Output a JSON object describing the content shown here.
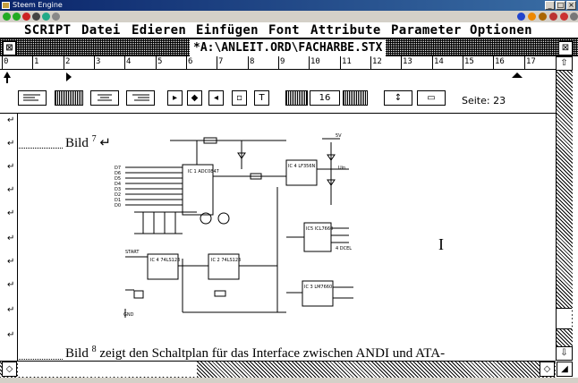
{
  "host": {
    "title": "Steem Engine",
    "btn_min": "_",
    "btn_max": "□",
    "btn_close": "×"
  },
  "menu": [
    "SCRIPT",
    "Datei",
    "Edieren",
    "Einfügen",
    "Font",
    "Attribute",
    "Parameter",
    "Optionen"
  ],
  "document": {
    "title": "*A:\\ANLEIT.ORD\\FACHARBE.STX",
    "close_glyph": "⊠",
    "zoom_glyph": "⊠"
  },
  "ruler": {
    "numbers": [
      "0",
      "1",
      "2",
      "3",
      "4",
      "5",
      "6",
      "7",
      "8",
      "9",
      "10",
      "11",
      "12",
      "13",
      "14",
      "15",
      "16",
      "17"
    ]
  },
  "toolbar": {
    "font_size": "16",
    "page_label": "Seite: 23"
  },
  "text": {
    "para1": "Bild",
    "para1_sup": "7",
    "para2": "Bild",
    "para2_sup": "8",
    "para2_rest": "zeigt den Schaltplan für das Interface zwischen ANDI und ATA-"
  },
  "schematic": {
    "ic_main": "IC 1 ADC0847",
    "ic_lf": "IC 4 LF356N",
    "ic_ic5": "IC5 ICL7660",
    "ic_d6": "IC 4 74LS123",
    "ic_d7": "IC 2 74LS123",
    "ic_d8": "IC 3 LM7660",
    "start_label": "START",
    "label_5v": "5V",
    "label_gnd": "GND",
    "label_dcel": "4 DCEL",
    "label_uin": "Uin",
    "pins": [
      "D7",
      "D6",
      "D5",
      "D4",
      "D3",
      "D2",
      "D1",
      "D0"
    ]
  },
  "scroll": {
    "up": "⇧",
    "down": "⇩",
    "left": "◇",
    "right": "◇"
  }
}
